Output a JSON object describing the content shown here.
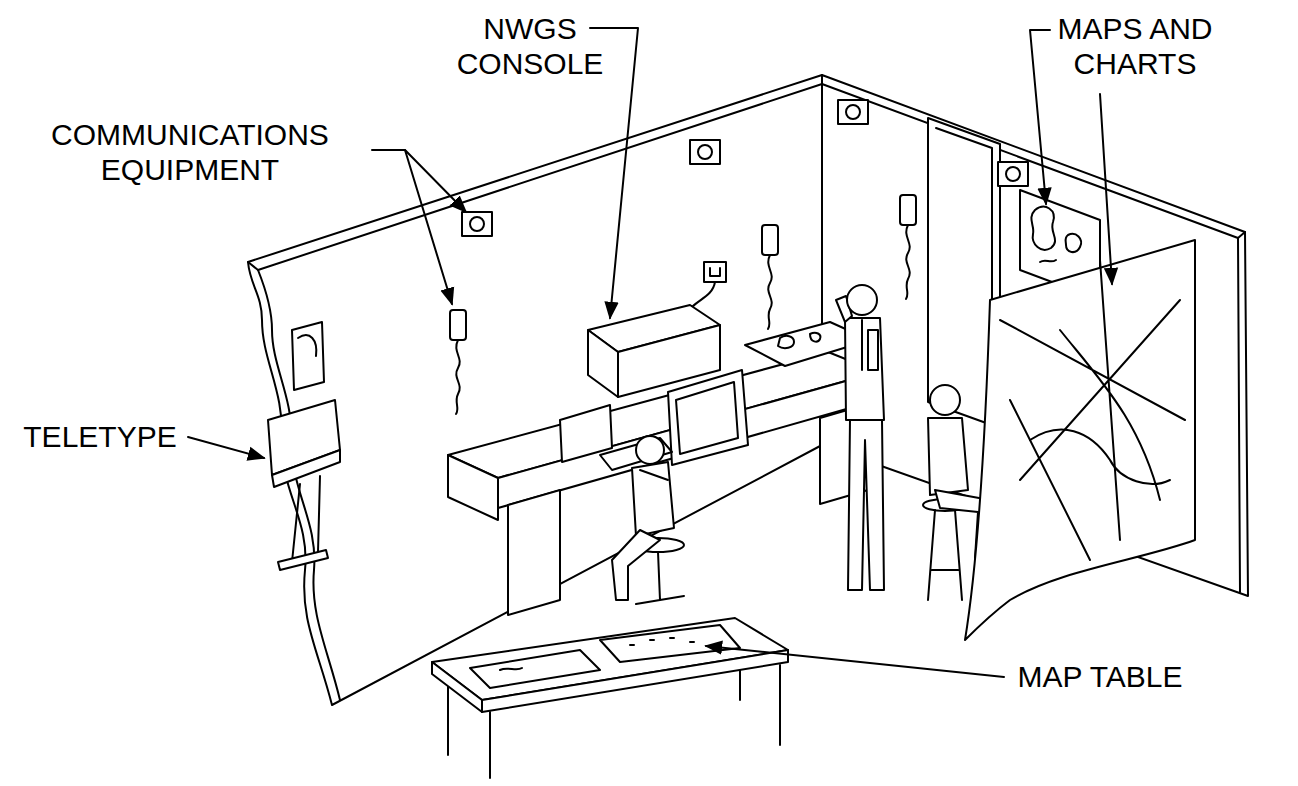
{
  "diagram": {
    "labels": [
      "COMMUNICATIONS EQUIPMENT",
      "NWGS CONSOLE",
      "MAPS AND CHARTS",
      "TELETYPE",
      "MAP TABLE"
    ]
  }
}
